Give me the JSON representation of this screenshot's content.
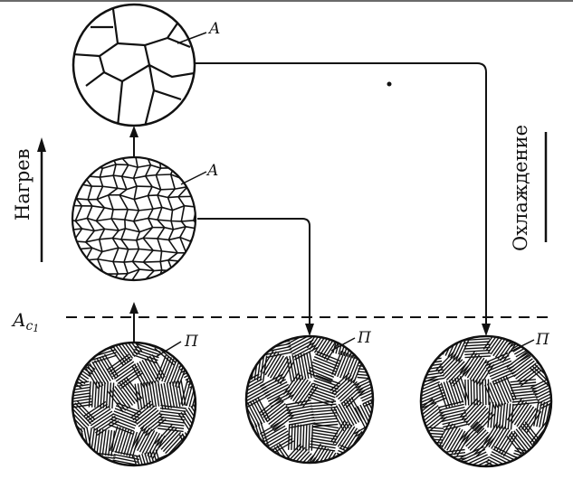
{
  "labels": {
    "heating": "Нагрев",
    "cooling": "Охлаждение",
    "ac1_main": "A",
    "ac1_sub": "c",
    "ac1_index": "1"
  },
  "grains": {
    "coarse_austenite": "A",
    "fine_austenite": "A",
    "pearlite_left": "П",
    "pearlite_middle": "П",
    "pearlite_right": "П"
  },
  "colors": {
    "ink": "#111111",
    "background": "#ffffff"
  }
}
